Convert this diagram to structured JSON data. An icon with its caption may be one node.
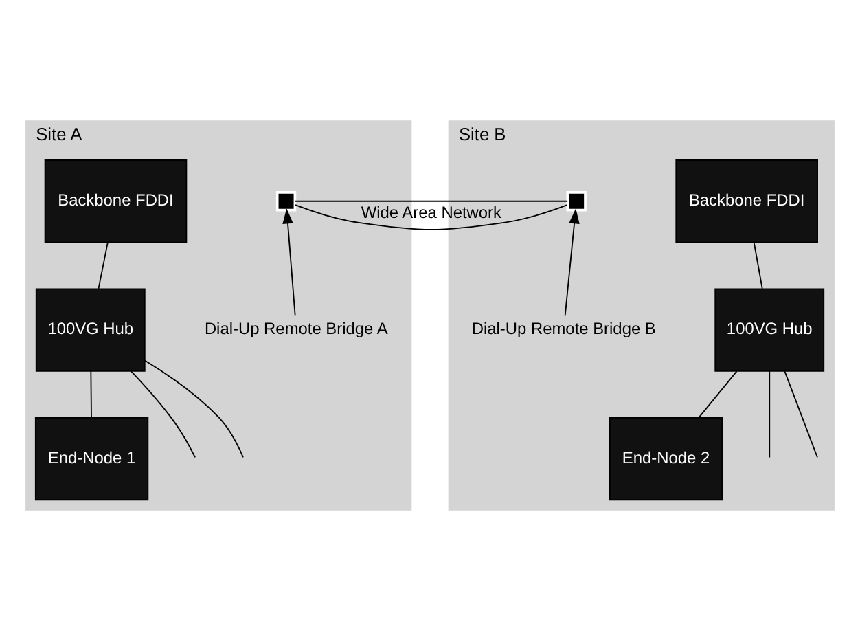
{
  "diagram": {
    "nodes": [
      {
        "text": [
          "Site A"
        ]
      },
      {
        "text": [
          "Backbone FDDI"
        ],
        "in": 0
      },
      {
        "text": [],
        "shape": "box",
        "in": 0
      },
      {
        "text": [
          "Dial-Up Remote Bridge A"
        ],
        "in": 0
      },
      {
        "text": [
          "100VG Hub"
        ],
        "in": 0
      },
      {
        "text": [
          "End-Node 1"
        ],
        "in": 0
      },
      {
        "text": [
          "Site B"
        ]
      },
      {
        "text": [
          "Backbone FDDI"
        ],
        "in": 6
      },
      {
        "text": [],
        "shape": "box",
        "in": 6
      },
      {
        "text": [
          "Dial-Up Remote Bridge B"
        ],
        "in": 6
      },
      {
        "text": [
          "100VG Hub"
        ],
        "in": 6
      },
      {
        "text": [
          "End-Node 2"
        ],
        "in": 6
      }
    ],
    "edges": [
      {
        "from": 2,
        "to": 8,
        "arrow": "none",
        "label": "Wide Area Network"
      },
      {
        "from": 3,
        "to": 2,
        "arrow": "to"
      },
      {
        "from": 9,
        "to": 8,
        "arrow": "to"
      },
      {
        "from": 1,
        "to": 4,
        "arrow": "none"
      },
      {
        "from": 4,
        "to": 5,
        "arrow": "none"
      },
      {
        "from": 4,
        "to": null,
        "arrow": "none"
      },
      {
        "from": 4,
        "to": null,
        "arrow": "none"
      },
      {
        "from": 7,
        "to": 10,
        "arrow": "none"
      },
      {
        "from": 10,
        "to": null,
        "arrow": "none"
      },
      {
        "from": 10,
        "to": null,
        "arrow": "none"
      },
      {
        "from": 10,
        "to": 11,
        "arrow": "none"
      }
    ]
  }
}
